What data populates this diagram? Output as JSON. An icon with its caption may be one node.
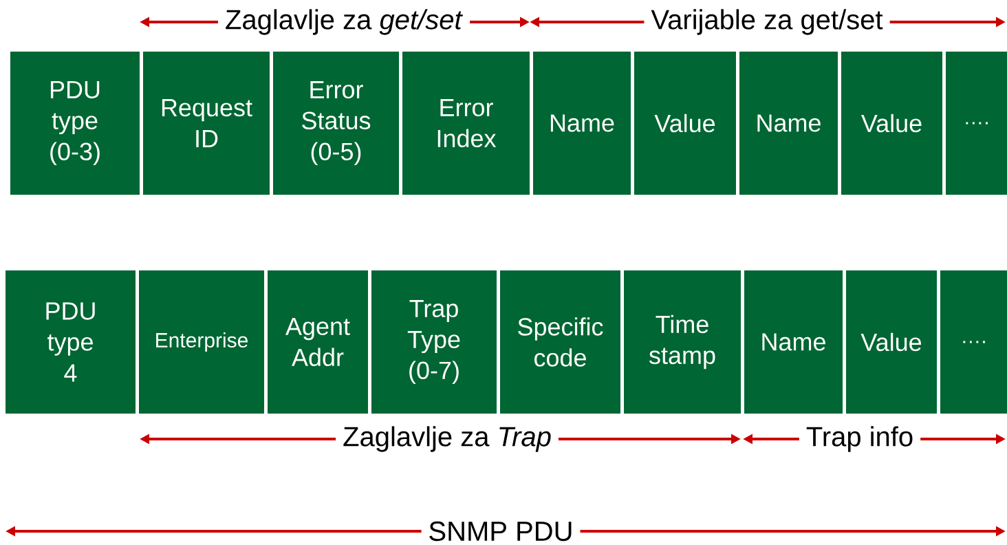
{
  "diagram": {
    "nodes": [
      {
        "text": [
          "PDU type (0-3)"
        ]
      },
      {
        "text": [
          "Request ID"
        ]
      },
      {
        "text": [
          "Error Status (0-5)"
        ]
      },
      {
        "text": [
          "Error Index"
        ]
      },
      {
        "text": [
          "Name"
        ]
      },
      {
        "text": [
          "Value"
        ]
      },
      {
        "text": [
          "Name"
        ]
      },
      {
        "text": [
          "Value"
        ]
      },
      {
        "text": [
          "…."
        ]
      },
      {
        "text": [
          "PDU type 4"
        ]
      },
      {
        "text": [
          "Enterprise"
        ]
      },
      {
        "text": [
          "Agent Addr"
        ]
      },
      {
        "text": [
          "Trap Type (0-7)"
        ]
      },
      {
        "text": [
          "Specific code"
        ]
      },
      {
        "text": [
          "Time stamp"
        ]
      },
      {
        "text": [
          "Name"
        ]
      },
      {
        "text": [
          "Value"
        ]
      },
      {
        "text": [
          "…."
        ]
      }
    ],
    "labels": [
      "Zaglavlje za *get/set*",
      "Varijable za get/set",
      "Zaglavlje za *Trap*",
      "Trap info",
      "SNMP PDU"
    ]
  }
}
